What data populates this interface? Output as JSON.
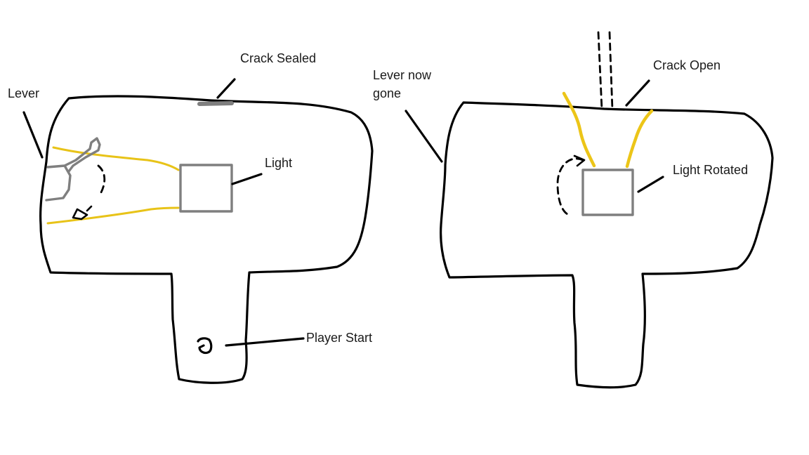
{
  "left_state": {
    "labels": {
      "lever": "Lever",
      "crack": "Crack Sealed",
      "light": "Light",
      "player_start": "Player Start"
    }
  },
  "right_state": {
    "labels": {
      "lever": "Lever now gone",
      "crack": "Crack Open",
      "light": "Light Rotated"
    }
  },
  "colors": {
    "outline": "#000000",
    "light_box": "#7f7f7f",
    "lever": "#7f7f7f",
    "light_beam": "#e8c318",
    "background": "#ffffff"
  }
}
